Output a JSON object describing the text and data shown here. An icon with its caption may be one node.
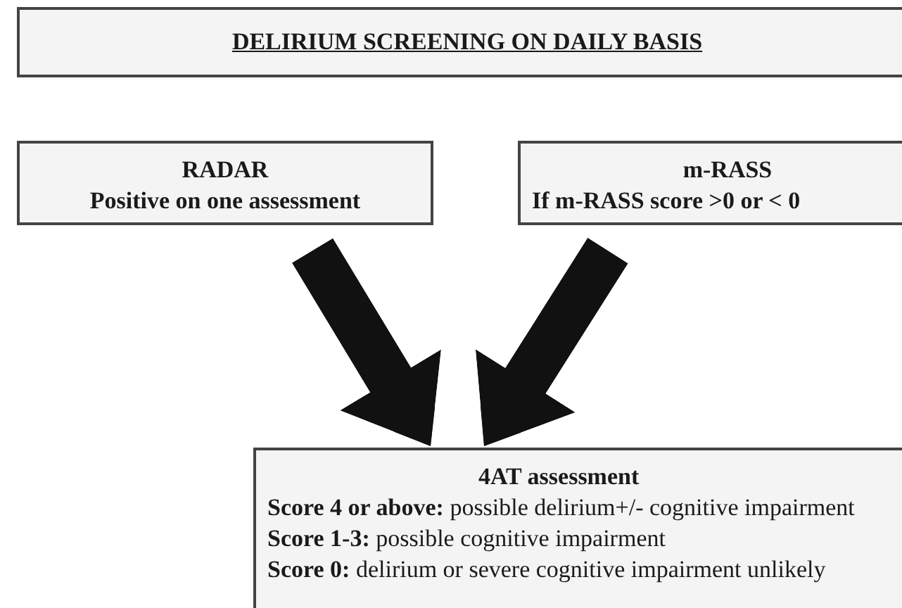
{
  "diagram": {
    "nodes": [
      {
        "text": [
          "DELIRIUM SCREENING ON DAILY BASIS"
        ]
      },
      {
        "text": [
          "RADAR",
          "Positive on one assessment"
        ]
      },
      {
        "text": [
          "m-RASS",
          "If m-RASS score >0 or < 0"
        ]
      },
      {
        "text": [
          "4AT assessment",
          "**Score 4 or above:** possible delirium+/- cognitive impairment",
          "**Score 1-3:** possible cognitive impairment",
          "**Score 0:** delirium or severe cognitive impairment unlikely"
        ]
      }
    ],
    "edges": [
      {
        "from": 1,
        "to": 3,
        "arrow": "to"
      },
      {
        "from": 2,
        "to": 3,
        "arrow": "to"
      }
    ]
  }
}
